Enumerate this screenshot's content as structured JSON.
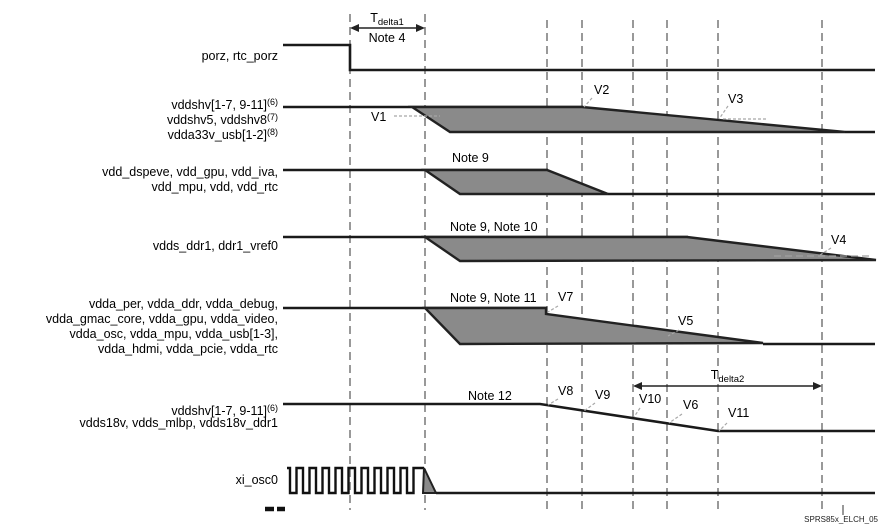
{
  "diagram": {
    "watermark": "SPRS85x_ELCH_05",
    "timing_markers": {
      "tdelta1": {
        "symbol": "T",
        "subscript": "delta1",
        "note": "Note 4"
      },
      "tdelta2": {
        "symbol": "T",
        "subscript": "delta2"
      }
    },
    "notes": {
      "note9": "Note 9",
      "note9_10": "Note 9, Note 10",
      "note9_11": "Note 9, Note 11",
      "note12": "Note 12"
    },
    "voltage_labels": {
      "v1": "V1",
      "v2": "V2",
      "v3": "V3",
      "v4": "V4",
      "v5": "V5",
      "v6": "V6",
      "v7": "V7",
      "v8": "V8",
      "v9": "V9",
      "v10": "V10",
      "v11": "V11"
    },
    "signals": [
      {
        "id": "porz",
        "lines": [
          {
            "t": "porz, rtc_porz",
            "sup": ""
          }
        ]
      },
      {
        "id": "vddshv-io-33",
        "lines": [
          {
            "t": "vddshv[1-7, 9-11]",
            "sup": "(6)"
          },
          {
            "t": "vddshv5, vddshv8",
            "sup": "(7)"
          },
          {
            "t": "vdda33v_usb[1-2]",
            "sup": "(8)"
          }
        ]
      },
      {
        "id": "vdd-core",
        "lines": [
          {
            "t": "vdd_dspeve, vdd_gpu, vdd_iva,",
            "sup": ""
          },
          {
            "t": "vdd_mpu, vdd, vdd_rtc",
            "sup": ""
          }
        ]
      },
      {
        "id": "vdds-ddr1",
        "lines": [
          {
            "t": "vdds_ddr1, ddr1_vref0",
            "sup": ""
          }
        ]
      },
      {
        "id": "vdda-analog",
        "lines": [
          {
            "t": "vdda_per, vdda_ddr, vdda_debug,",
            "sup": ""
          },
          {
            "t": "vdda_gmac_core, vdda_gpu, vdda_video,",
            "sup": ""
          },
          {
            "t": "vdda_osc, vdda_mpu, vdda_usb[1-3],",
            "sup": ""
          },
          {
            "t": "vdda_hdmi, vdda_pcie, vdda_rtc",
            "sup": ""
          }
        ]
      },
      {
        "id": "vdds18",
        "lines": [
          {
            "t": "vddshv[1-7, 9-11]",
            "sup": "(6)"
          },
          {
            "t": "vdds18v, vdds_mlbp, vdds18v_ddr1",
            "sup": ""
          }
        ]
      },
      {
        "id": "xi-osc0",
        "lines": [
          {
            "t": "xi_osc0",
            "sup": ""
          }
        ]
      }
    ],
    "colors": {
      "band_fill": "#8a8a8a",
      "trace": "#1a1a1a",
      "gridline": "#999999"
    }
  }
}
